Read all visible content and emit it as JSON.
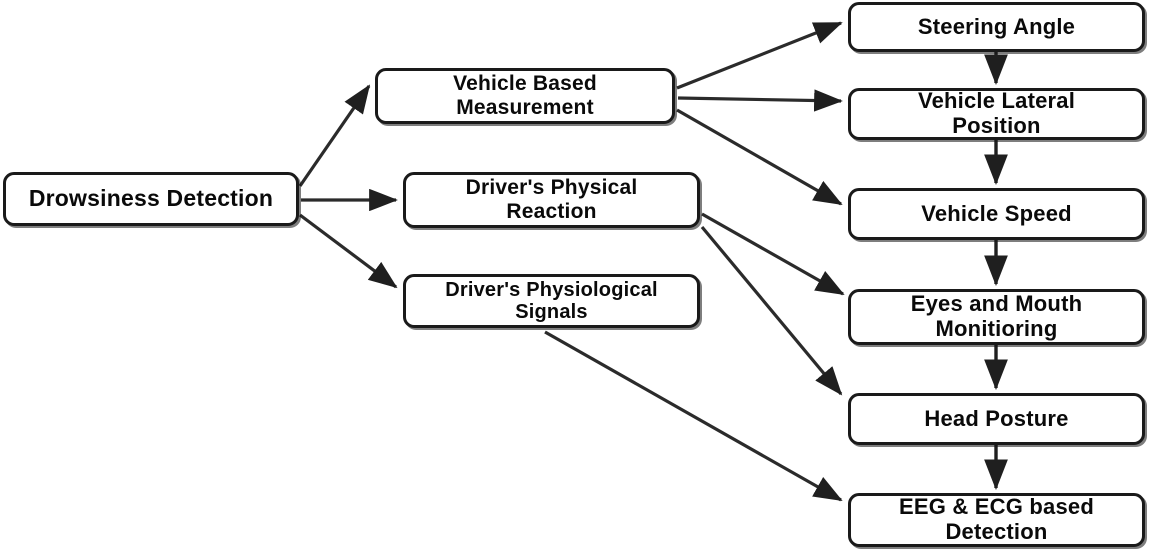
{
  "diagram": {
    "title": "Drowsiness Detection",
    "type": "flowchart",
    "colors": {
      "box_border": "#1a1a1a",
      "box_fill": "#ffffff",
      "text": "#0a0a0a",
      "edge": "#2b2b2b",
      "background": "#ffffff"
    },
    "nodes": {
      "root": {
        "label": "Drowsiness Detection"
      },
      "vehicle_based": {
        "label": "Vehicle Based\nMeasurement"
      },
      "physical_reaction": {
        "label": "Driver's Physical\nReaction"
      },
      "physiological_signals": {
        "label": "Driver's Physiological\nSignals"
      },
      "steering_angle": {
        "label": "Steering Angle"
      },
      "lateral_position": {
        "label": "Vehicle Lateral\nPosition"
      },
      "vehicle_speed": {
        "label": "Vehicle Speed"
      },
      "eyes_mouth": {
        "label": "Eyes and Mouth\nMonitioring"
      },
      "head_posture": {
        "label": "Head Posture"
      },
      "eeg_ecg": {
        "label": "EEG & ECG based\nDetection"
      }
    },
    "edges": [
      {
        "from": "root",
        "to": "vehicle_based"
      },
      {
        "from": "root",
        "to": "physical_reaction"
      },
      {
        "from": "root",
        "to": "physiological_signals"
      },
      {
        "from": "vehicle_based",
        "to": "steering_angle"
      },
      {
        "from": "vehicle_based",
        "to": "lateral_position"
      },
      {
        "from": "vehicle_based",
        "to": "vehicle_speed"
      },
      {
        "from": "physical_reaction",
        "to": "eyes_mouth"
      },
      {
        "from": "physical_reaction",
        "to": "head_posture"
      },
      {
        "from": "physiological_signals",
        "to": "eeg_ecg"
      },
      {
        "from": "steering_angle",
        "to": "lateral_position"
      },
      {
        "from": "lateral_position",
        "to": "vehicle_speed"
      },
      {
        "from": "vehicle_speed",
        "to": "eyes_mouth"
      },
      {
        "from": "eyes_mouth",
        "to": "head_posture"
      },
      {
        "from": "head_posture",
        "to": "eeg_ecg"
      }
    ]
  }
}
